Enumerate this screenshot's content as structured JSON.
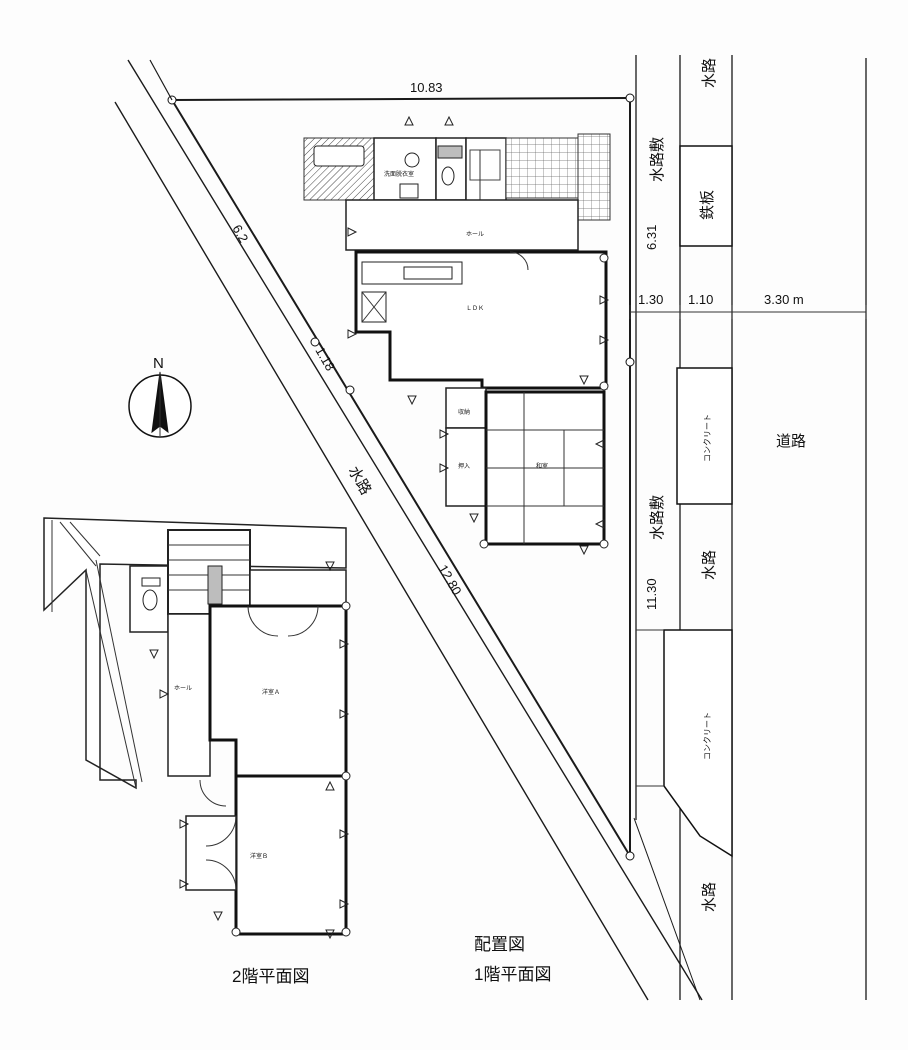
{
  "labels": {
    "top_width": "10.83",
    "diag_upper": "6.2",
    "diag_mid": "1.18",
    "diag_lower": "12.80",
    "diag_waterway": "水路",
    "right_side_upper": "6.31",
    "right_side_lower": "11.30",
    "setback_a": "1.30",
    "setback_b": "1.10",
    "road_width": "3.30 m",
    "waterway_top": "水路",
    "waterway_mid": "水路",
    "waterway_bottom": "水路",
    "waterway_strip_upper": "水路敷",
    "waterway_strip_lower": "水路敷",
    "steel_plate": "鉄板",
    "concrete_upper": "コンクリート",
    "concrete_lower": "コンクリート",
    "road": "道路",
    "north": "N",
    "caption_site": "配置図",
    "caption_floor1": "1階平面図",
    "caption_floor2": "2階平面図"
  }
}
